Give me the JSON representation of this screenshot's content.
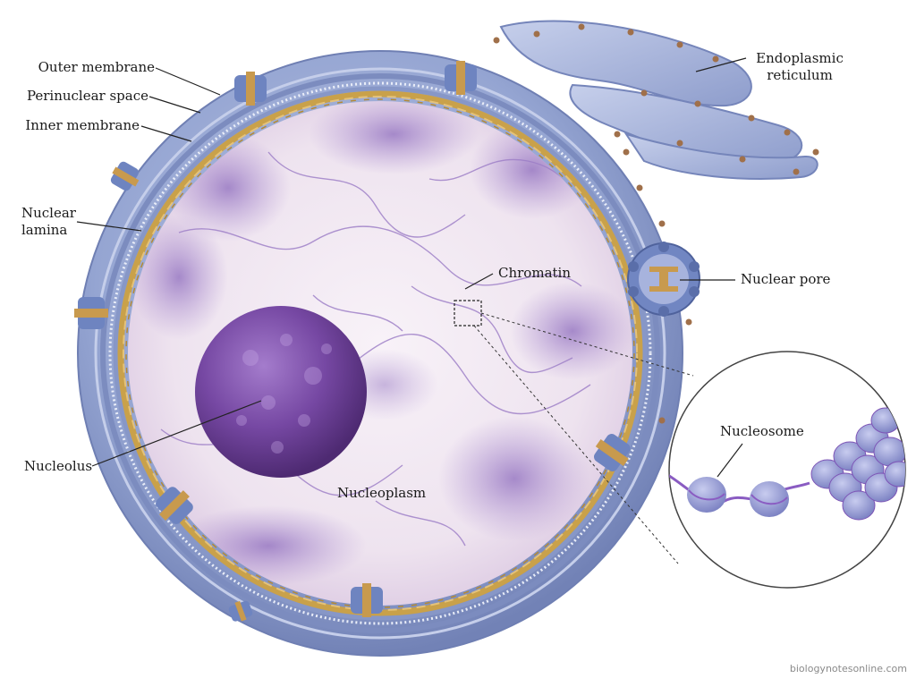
{
  "labels": {
    "outer_membrane": "Outer membrane",
    "perinuclear_space": "Perinuclear space",
    "inner_membrane": "Inner membrane",
    "nuclear_lamina_1": "Nuclear",
    "nuclear_lamina_2": "lamina",
    "endoplasmic_reticulum_1": "Endoplasmic",
    "endoplasmic_reticulum_2": "reticulum",
    "chromatin": "Chromatin",
    "nuclear_pore": "Nuclear pore",
    "nucleolus": "Nucleolus",
    "nucleoplasm": "Nucleoplasm",
    "nucleosome": "Nucleosome"
  },
  "credit": "biologynotesonline.com",
  "colors": {
    "membrane": "#93a3cf",
    "membrane_dark": "#6f7fb3",
    "lamina": "#c9a14a",
    "nucleoplasm": "#f1e9f1",
    "chromatin": "#8a68b8",
    "nucleolus": "#6b3e94",
    "pore_gold": "#c89a4e",
    "ribosome": "#a0704a"
  }
}
